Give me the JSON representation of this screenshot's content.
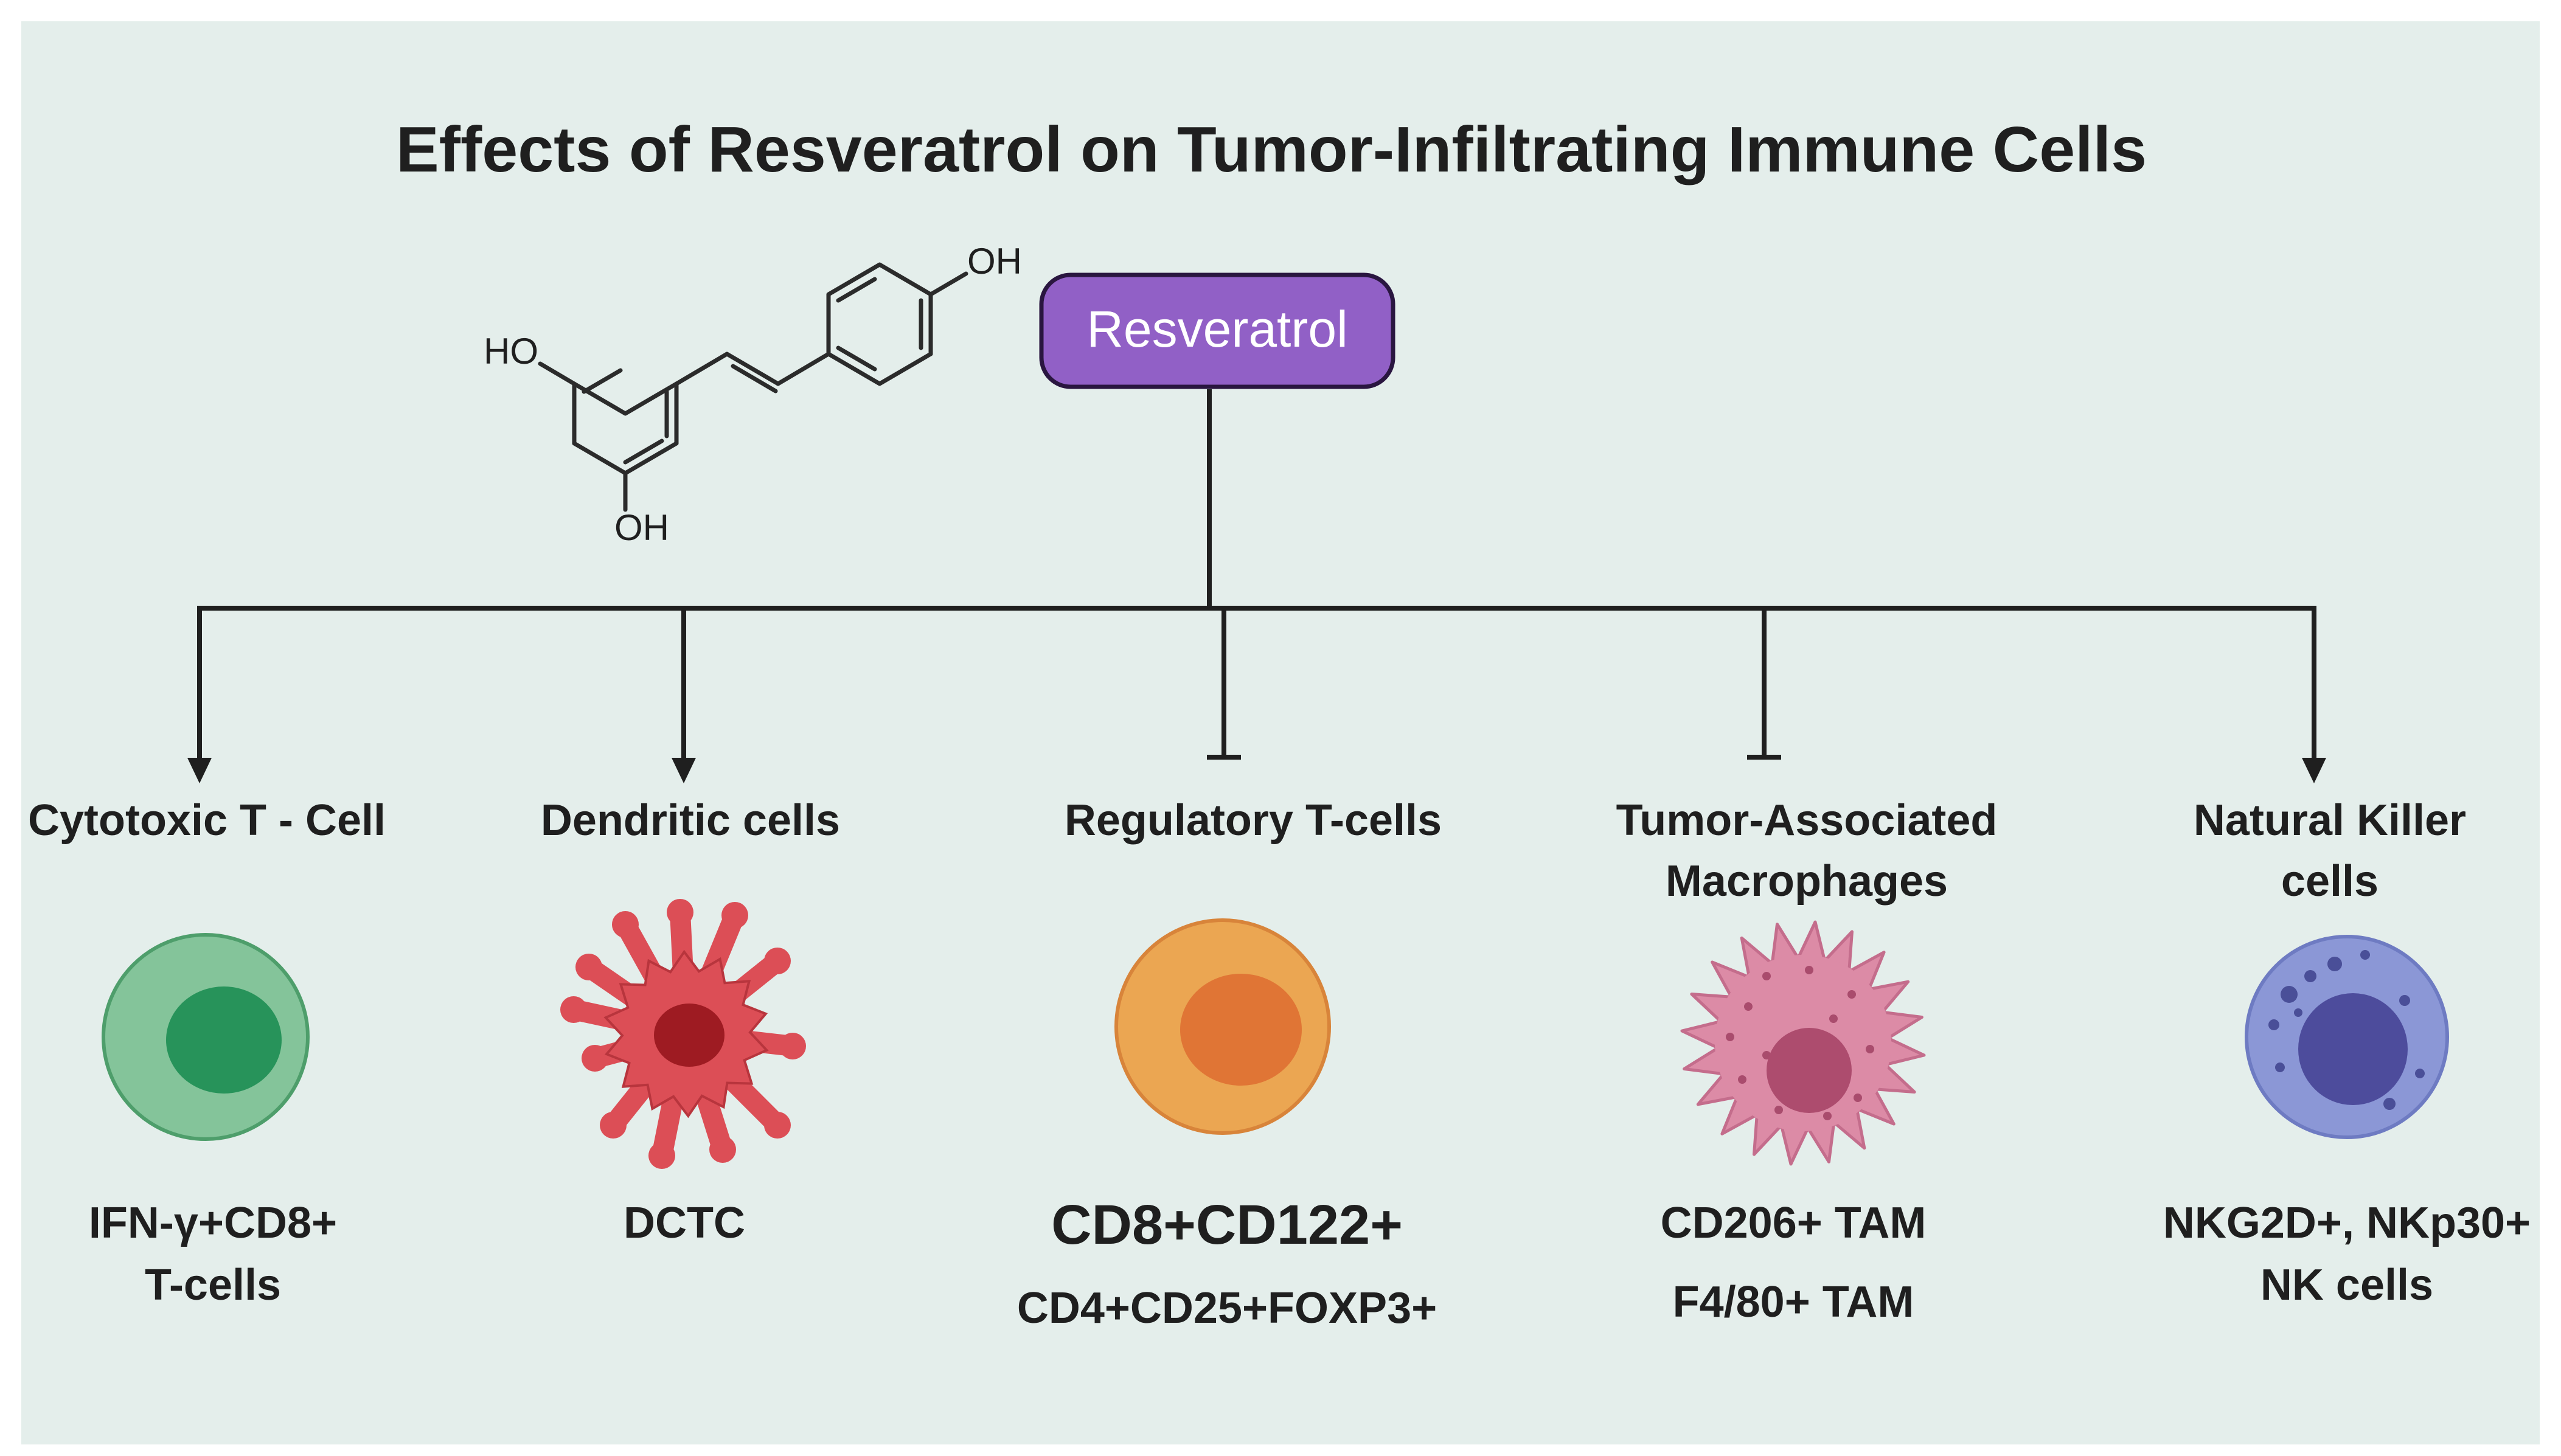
{
  "title": "Effects of Resveratrol on Tumor-Infiltrating Immune Cells",
  "root": {
    "label": "Resveratrol",
    "fill": "#9160c6",
    "stroke": "#2a1640",
    "text_color": "#ffffff"
  },
  "molecule": {
    "oh_top": "OH",
    "oh_left": "HO",
    "oh_bottom": "OH"
  },
  "effects": [
    {
      "effect": "activate",
      "name_lines": [
        "Cytotoxic T - Cell"
      ],
      "icon": "cytotoxic-t-cell-icon",
      "markers": [
        {
          "text": "IFN-γ+CD8+",
          "size": "normal"
        },
        {
          "text": "T-cells",
          "size": "normal"
        }
      ]
    },
    {
      "effect": "activate",
      "name_lines": [
        "Dendritic cells"
      ],
      "icon": "dendritic-cell-icon",
      "markers": [
        {
          "text": "DCTC",
          "size": "normal"
        }
      ]
    },
    {
      "effect": "inhibit",
      "name_lines": [
        "Regulatory T-cells"
      ],
      "icon": "regulatory-t-cell-icon",
      "markers": [
        {
          "text": "CD8+CD122+",
          "size": "large"
        },
        {
          "text": "CD4+CD25+FOXP3+",
          "size": "normal"
        }
      ]
    },
    {
      "effect": "inhibit",
      "name_lines": [
        "Tumor-Associated",
        "Macrophages"
      ],
      "icon": "macrophage-icon",
      "markers": [
        {
          "text": "CD206+ TAM",
          "size": "normal"
        },
        {
          "text": "F4/80+ TAM",
          "size": "normal"
        }
      ]
    },
    {
      "effect": "activate",
      "name_lines": [
        "Natural Killer",
        "cells"
      ],
      "icon": "nk-cell-icon",
      "markers": [
        {
          "text": "NKG2D+, NKp30+",
          "size": "normal"
        },
        {
          "text": "NK cells",
          "size": "normal"
        }
      ]
    }
  ],
  "colors": {
    "background": "#e4eeeb",
    "line": "#1f1f1f",
    "cytotoxic_outer": "#84c49a",
    "cytotoxic_nucleus": "#27935a",
    "dendritic_body": "#dc4e56",
    "dendritic_nucleus": "#9e1b22",
    "treg_outer": "#eba652",
    "treg_nucleus": "#e07535",
    "macrophage_body": "#dc8ba6",
    "macrophage_nucleus": "#ad4c6e",
    "nk_outer": "#8b97d6",
    "nk_nucleus": "#4d4c9c"
  }
}
